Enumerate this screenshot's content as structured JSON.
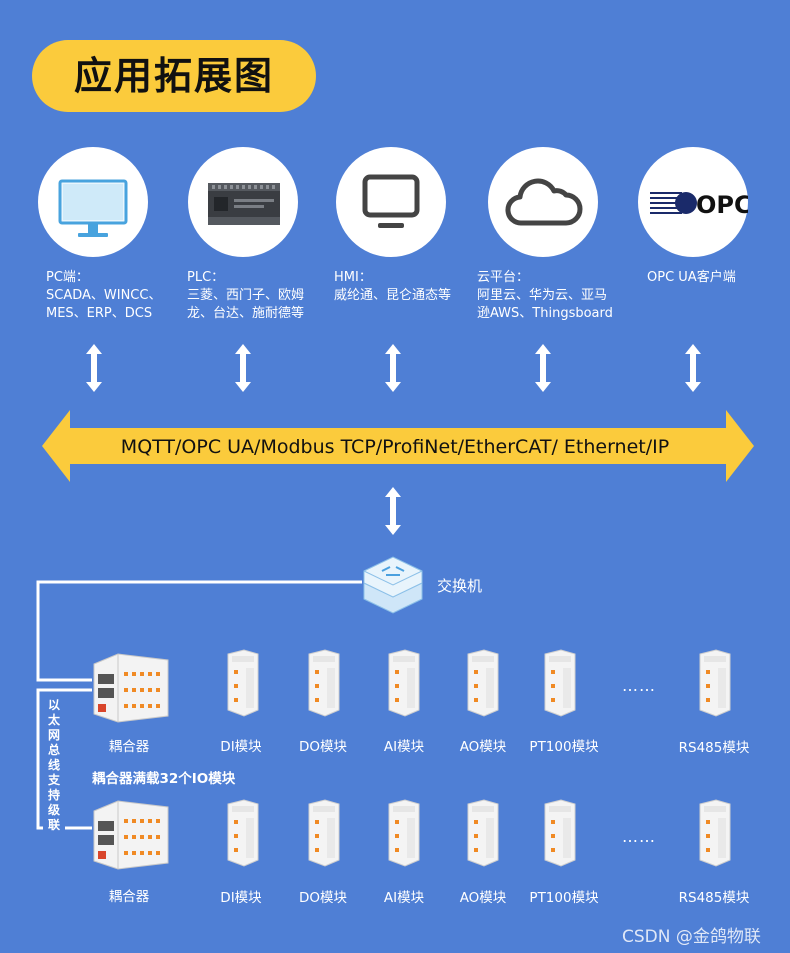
{
  "title": "应用拓展图",
  "colors": {
    "background": "#4f7fd5",
    "accent": "#fbcb3c",
    "text": "#ffffff",
    "module_orange": "#f08a24"
  },
  "clients": [
    {
      "icon": "monitor-icon",
      "label": "PC端：\nSCADA、WINCC、\nMES、ERP、DCS"
    },
    {
      "icon": "plc-icon",
      "label": "PLC：\n三菱、西门子、欧姆\n龙、台达、施耐德等"
    },
    {
      "icon": "hmi-screen-icon",
      "label": "HMI：\n威纶通、昆仑通态等"
    },
    {
      "icon": "cloud-icon",
      "label": "云平台：\n阿里云、华为云、亚马\n逊AWS、Thingsboard"
    },
    {
      "icon": "opc-logo-icon",
      "label": "OPC  UA客户端",
      "logo_text": "OPC"
    }
  ],
  "protocol_banner": "MQTT/OPC UA/Modbus TCP/ProfiNet/EtherCAT/ Ethernet/IP",
  "switch_label": "交换机",
  "rows": [
    {
      "coupler_label": "耦合器",
      "modules": [
        "DI模块",
        "DO模块",
        "AI模块",
        "AO模块",
        "PT100模块"
      ],
      "ellipsis": "……",
      "last_module": "RS485模块"
    },
    {
      "coupler_label": "耦合器",
      "modules": [
        "DI模块",
        "DO模块",
        "AI模块",
        "AO模块",
        "PT100模块"
      ],
      "ellipsis": "……",
      "last_module": "RS485模块"
    }
  ],
  "full_load_note": "耦合器满载32个IO模块",
  "cascade_note": "以\n太\n网\n总\n线\n支\n持\n级\n联",
  "watermark": "CSDN @金鸽物联"
}
